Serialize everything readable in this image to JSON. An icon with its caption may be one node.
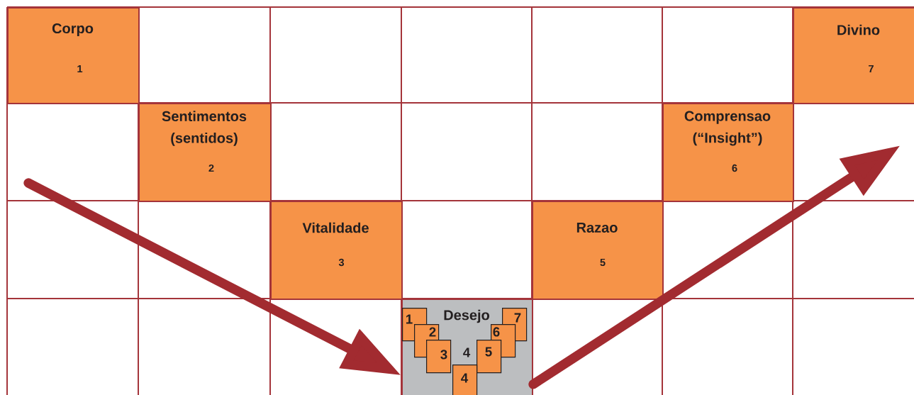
{
  "diagram": {
    "nodes": [
      {
        "text": [
          "Corpo",
          "1"
        ]
      },
      {
        "text": [
          "Divino",
          "7"
        ]
      },
      {
        "text": [
          "Sentimentos (sentidos)",
          "2"
        ]
      },
      {
        "text": [
          "Comprensao (“Insight”)",
          "6"
        ]
      },
      {
        "text": [
          "Vitalidade",
          "3"
        ]
      },
      {
        "text": [
          "Razao",
          "5"
        ]
      },
      {
        "text": [
          "Desejo",
          "4"
        ]
      },
      {
        "text": [
          "1"
        ],
        "in": 6
      },
      {
        "text": [
          "7"
        ],
        "in": 6
      },
      {
        "text": [
          "2"
        ],
        "in": 6
      },
      {
        "text": [
          "6"
        ],
        "in": 6
      },
      {
        "text": [
          "3"
        ],
        "in": 6
      },
      {
        "text": [
          "5"
        ],
        "in": 6
      },
      {
        "text": [
          "4"
        ],
        "in": 6
      }
    ],
    "edges": [
      {
        "from": null,
        "to": 6,
        "arrow": "to"
      },
      {
        "from": 6,
        "to": null,
        "arrow": "to"
      }
    ]
  }
}
